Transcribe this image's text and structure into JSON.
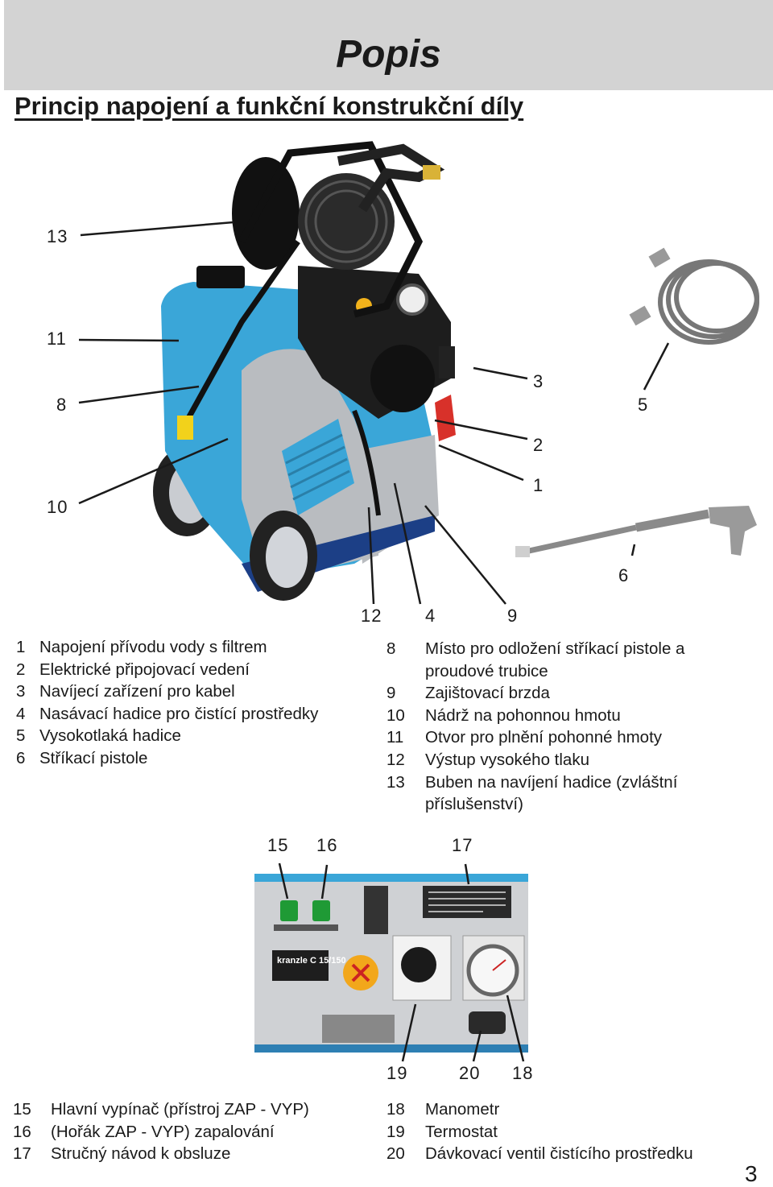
{
  "header": {
    "title": "Popis"
  },
  "subtitle": "Princip napojení a funkční konstrukční díly",
  "figure1": {
    "callouts": {
      "c13": "13",
      "c11": "11",
      "c8": "8",
      "c10": "10",
      "c3": "3",
      "c5": "5",
      "c2": "2",
      "c1": "1",
      "c6": "6",
      "c12": "12",
      "c4": "4",
      "c9": "9"
    }
  },
  "legend1_left": [
    {
      "num": "1",
      "text": "Napojení přívodu vody s filtrem"
    },
    {
      "num": "2",
      "text": "Elektrické připojovací vedení"
    },
    {
      "num": "3",
      "text": "Navíjecí zařízení pro kabel"
    },
    {
      "num": "4",
      "text": "Nasávací hadice pro čistící prostředky"
    },
    {
      "num": "5",
      "text": "Vysokotlaká hadice"
    },
    {
      "num": "6",
      "text": "Stříkací pistole"
    }
  ],
  "legend1_right": [
    {
      "num": "8",
      "text": "Místo pro odložení stříkací pistole a proudové trubice"
    },
    {
      "num": "9",
      "text": "Zajištovací brzda"
    },
    {
      "num": "10",
      "text": "Nádrž na pohonnou hmotu"
    },
    {
      "num": "11",
      "text": "Otvor pro plnění pohonné hmoty"
    },
    {
      "num": "12",
      "text": "Výstup vysokého tlaku"
    },
    {
      "num": "13",
      "text": "Buben na navíjení hadice (zvláštní příslušenství)"
    }
  ],
  "figure2": {
    "callouts": {
      "c15": "15",
      "c16": "16",
      "c17": "17",
      "c19": "19",
      "c20": "20",
      "c18": "18"
    },
    "panel_logo": "kranzle C 15/150"
  },
  "legend2_left": [
    {
      "num": "15",
      "text": "Hlavní vypínač (přístroj ZAP - VYP)"
    },
    {
      "num": "16",
      "text": "(Hořák ZAP - VYP) zapalování"
    },
    {
      "num": "17",
      "text": "Stručný návod k obsluze"
    }
  ],
  "legend2_right": [
    {
      "num": "18",
      "text": "Manometr"
    },
    {
      "num": "19",
      "text": "Termostat"
    },
    {
      "num": "20",
      "text": "Dávkovací ventil čistícího prostředku"
    }
  ],
  "page_number": "3",
  "colors": {
    "header_bg": "#d3d3d3",
    "machine_blue": "#3aa6d8",
    "machine_grey": "#b9bcc0"
  }
}
